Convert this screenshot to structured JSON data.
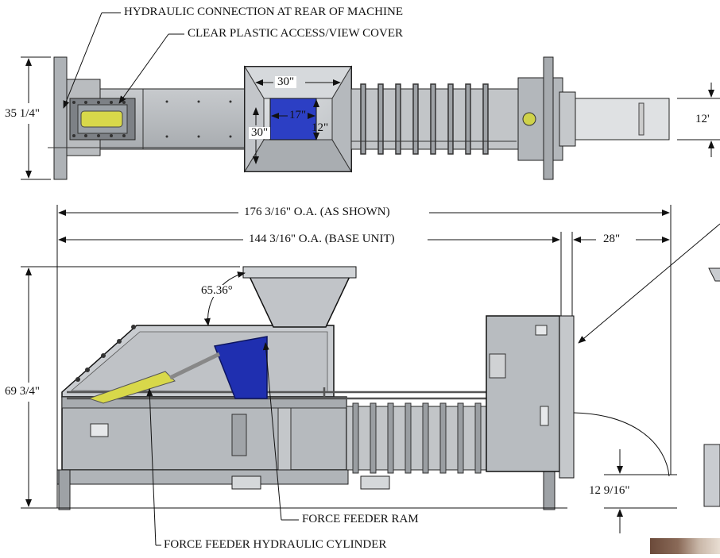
{
  "callouts": {
    "hydraulic_connection": "HYDRAULIC CONNECTION AT REAR OF MACHINE",
    "access_cover": "CLEAR PLASTIC ACCESS/VIEW COVER",
    "force_feeder_ram": "FORCE FEEDER RAM",
    "force_feeder_cylinder": "FORCE FEEDER HYDRAULIC CYLINDER"
  },
  "dimensions": {
    "top_width": "35 1/4\"",
    "hopper_top_width": "30\"",
    "hopper_side_width": "30\"",
    "opening_width": "17\"",
    "opening_height": "12\"",
    "discharge_height": "12'",
    "overall_length": "176 3/16\" O.A. (AS SHOWN)",
    "base_length": "144 3/16\" O.A. (BASE UNIT)",
    "extension_length": "28\"",
    "hopper_angle": "65.36°",
    "overall_height": "69 3/4\"",
    "discharge_clearance": "12 9/16\""
  },
  "colors": {
    "steel": "#b9bcbf",
    "steel_dark": "#8e9296",
    "ram_blue": "#1f2fb0",
    "opening_blue": "#2c3fc4",
    "cylinder_yellow": "#d8d84a",
    "line": "#111111"
  }
}
